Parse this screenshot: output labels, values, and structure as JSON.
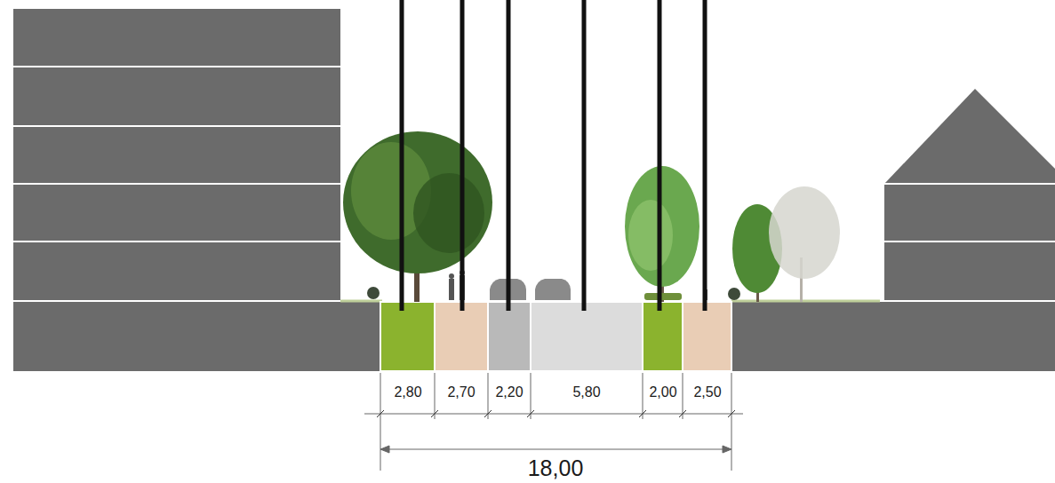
{
  "diagram": {
    "labels": [
      "2,80",
      "2,70",
      "2,20",
      "5,80",
      "2,00",
      "2,50",
      "18,00"
    ]
  }
}
